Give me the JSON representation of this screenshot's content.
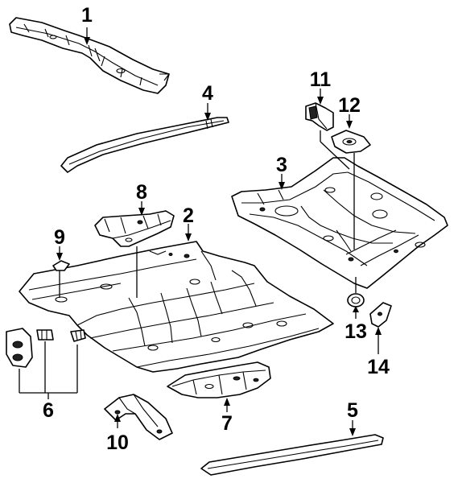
{
  "callouts": [
    {
      "id": "1",
      "label": "1",
      "part": "rear-floor-crossmember"
    },
    {
      "id": "2",
      "label": "2",
      "part": "floor-pan-front"
    },
    {
      "id": "3",
      "label": "3",
      "part": "floor-pan-rear"
    },
    {
      "id": "4",
      "label": "4",
      "part": "side-sill-reinforcement"
    },
    {
      "id": "5",
      "label": "5",
      "part": "rocker-panel-sill"
    },
    {
      "id": "6",
      "label": "6",
      "part": "floor-plugs-bushings"
    },
    {
      "id": "7",
      "label": "7",
      "part": "front-floor-crossmember"
    },
    {
      "id": "8",
      "label": "8",
      "part": "seat-bracket"
    },
    {
      "id": "9",
      "label": "9",
      "part": "floor-plug"
    },
    {
      "id": "10",
      "label": "10",
      "part": "mounting-bracket"
    },
    {
      "id": "11",
      "label": "11",
      "part": "bracket"
    },
    {
      "id": "12",
      "label": "12",
      "part": "bracket-plate"
    },
    {
      "id": "13",
      "label": "13",
      "part": "rubber-plug"
    },
    {
      "id": "14",
      "label": "14",
      "part": "small-bracket"
    }
  ]
}
